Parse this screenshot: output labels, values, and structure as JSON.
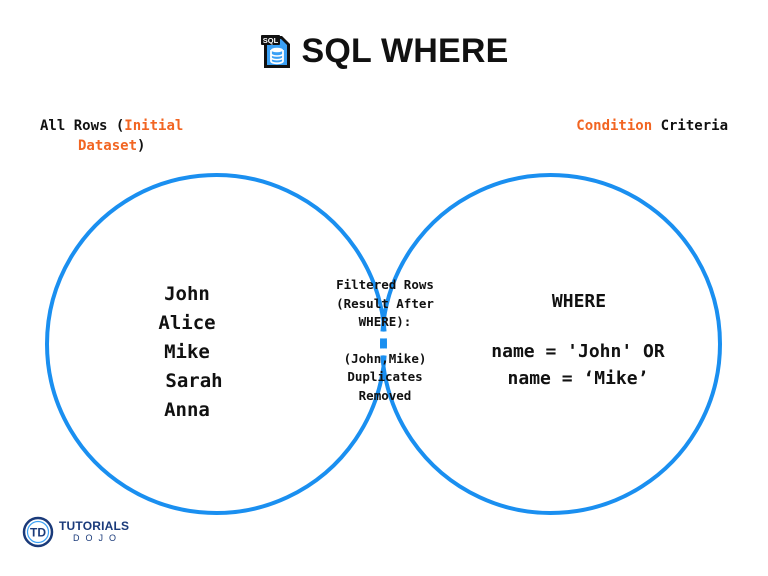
{
  "title": {
    "text": "SQL WHERE",
    "icon": "sql-database-file-icon",
    "icon_badge": "SQL"
  },
  "colors": {
    "circle": "#1a8ff0",
    "accent": "#f26522",
    "text": "#111111",
    "logo": "#1a3a7a"
  },
  "left_set": {
    "label_prefix": "All Rows (",
    "label_highlight_1": "Initial",
    "label_highlight_2": "Dataset",
    "label_suffix": ")",
    "rows": [
      "John",
      "Alice",
      "Mike",
      "Sarah",
      "Anna"
    ]
  },
  "right_set": {
    "label_highlight": "Condition",
    "label_rest": " Criteria",
    "keyword": "WHERE",
    "condition_line_1": "name = 'John' OR",
    "condition_line_2": "name = ‘Mike’"
  },
  "intersection": {
    "line_1": "Filtered Rows",
    "line_2": "(Result After",
    "line_3": "WHERE):",
    "line_4": "(John,Mike)",
    "line_5": "Duplicates",
    "line_6": "Removed"
  },
  "logo": {
    "mark": "TD",
    "line_1": "TUTORIALS",
    "line_2": "DOJO"
  }
}
